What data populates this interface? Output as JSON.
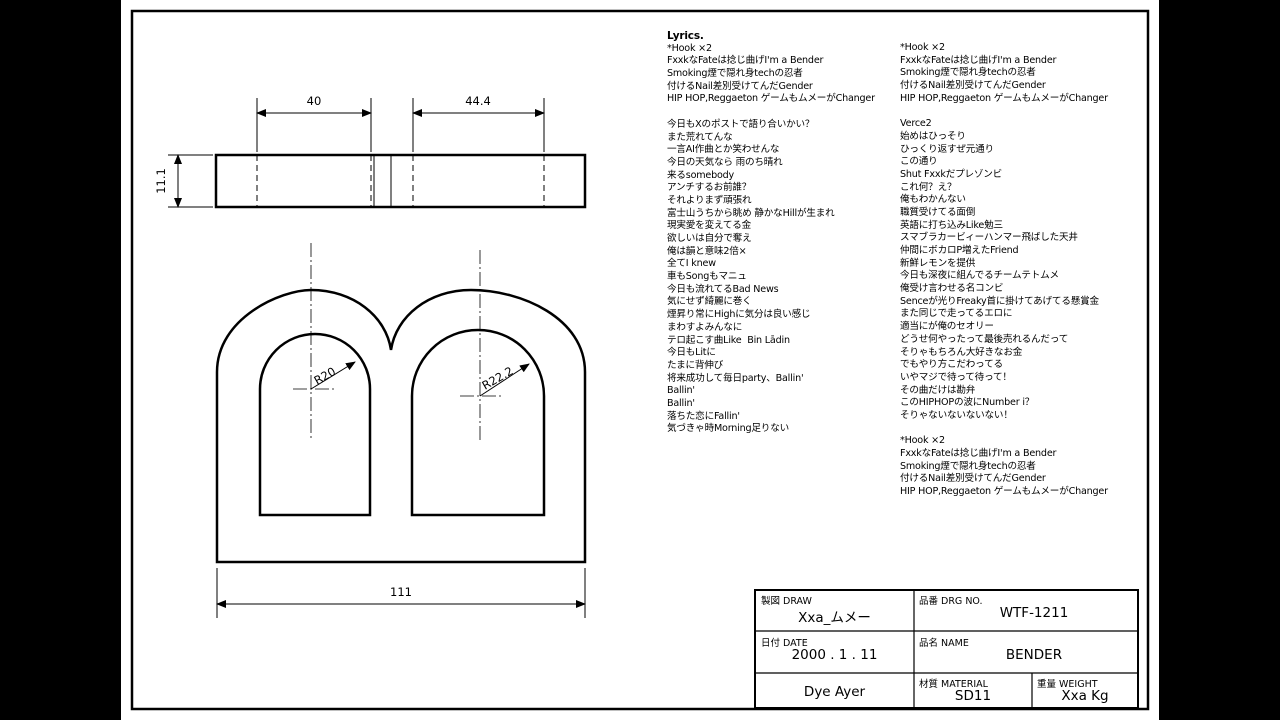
{
  "dimensions": {
    "top_width_left": "40",
    "top_width_right": "44.4",
    "thickness": "11.1",
    "overall_width": "111",
    "radius_left": "R20",
    "radius_right": "R22.2"
  },
  "lyrics": {
    "col1": [
      "Lyrics.",
      "*Hook ×2",
      "FxxkなFateは捻じ曲げI'm a Bender",
      "Smoking煙で隠れ身techの忍者",
      "付けるNail差別受けてんだGender",
      "HIP HOP,Reggaeton ゲームもムメーがChanger",
      "",
      "今日もXのポストで語り合いかい？",
      "また荒れてんな",
      "一言AI作曲とか笑わせんな",
      "今日の天気なら 雨のち晴れ",
      "来るsomebody",
      "アンチするお前誰？",
      "それよりまず頑張れ",
      "富士山うちから眺め 静かなHillが生まれ",
      "現実愛を変えてる金",
      "欲しいは自分で奪え",
      "俺は韻と意味2倍×",
      "全てI knew",
      "車もSongもマニュ",
      "今日も流れてるBad News",
      "気にせず綺麗に巻く",
      "煙昇り常にHighに気分は良い感じ",
      "まわすよみんなに",
      "テロ起こす曲Like  Bin Lādin",
      "今日もLitに",
      "たまに背伸び",
      "将来成功して毎日party、Ballin'",
      "Ballin'",
      "Ballin'",
      "落ちた恋にFallin'",
      "気づきゃ時Morning足りない"
    ],
    "col2": [
      "*Hook ×2",
      "FxxkなFateは捻じ曲げI'm a Bender",
      "Smoking煙で隠れ身techの忍者",
      "付けるNail差別受けてんだGender",
      "HIP HOP,Reggaeton ゲームもムメーがChanger",
      "",
      "Verce2",
      "始めはひっそり",
      "ひっくり返すぜ元通り",
      "この通り",
      "Shut Fxxkだプレゾンビ",
      "これ何？え？",
      "俺もわかんない",
      "職質受けてる面倒",
      "英語に打ち込みLike勉三",
      "スマブラカービィーハンマー飛ばした天井",
      "仲間にボカロP増えたFriend",
      "新鮮レモンを提供",
      "今日も深夜に組んでるチームテトムメ",
      "俺受け言わせる名コンビ",
      "Senceが光りFreaky首に掛けてあげてる懸賞金",
      "また同じで走ってるエロに",
      "適当にが俺のセオリー",
      "どうせ何やったって最後売れるんだって",
      "そりゃもちろん大好きなお金",
      "でもやり方こだわってる",
      "いやマジで待って待って！",
      "その曲だけは勘弁",
      "このHIPHOPの波にNumber i？",
      "そりゃないないないない！",
      "",
      "*Hook ×2",
      "FxxkなFateは捻じ曲げI'm a Bender",
      "Smoking煙で隠れ身techの忍者",
      "付けるNail差別受けてんだGender",
      "HIP HOP,Reggaeton ゲームもムメーがChanger"
    ]
  },
  "title_block": {
    "draw_label": "製図  DRAW",
    "draw_value": "Xxa_ムメー",
    "drg_label": "品番  DRG NO.",
    "drg_value": "WTF-1211",
    "date_label": "日付  DATE",
    "date_value": "2000 . 1 . 11",
    "name_label": "品名  NAME",
    "name_value": "BENDER",
    "author_value": "Dye Ayer",
    "material_label": "材質  MATERIAL",
    "material_value": "SD11",
    "weight_label": "重量  WEIGHT",
    "weight_value": "Xxa Kg"
  }
}
